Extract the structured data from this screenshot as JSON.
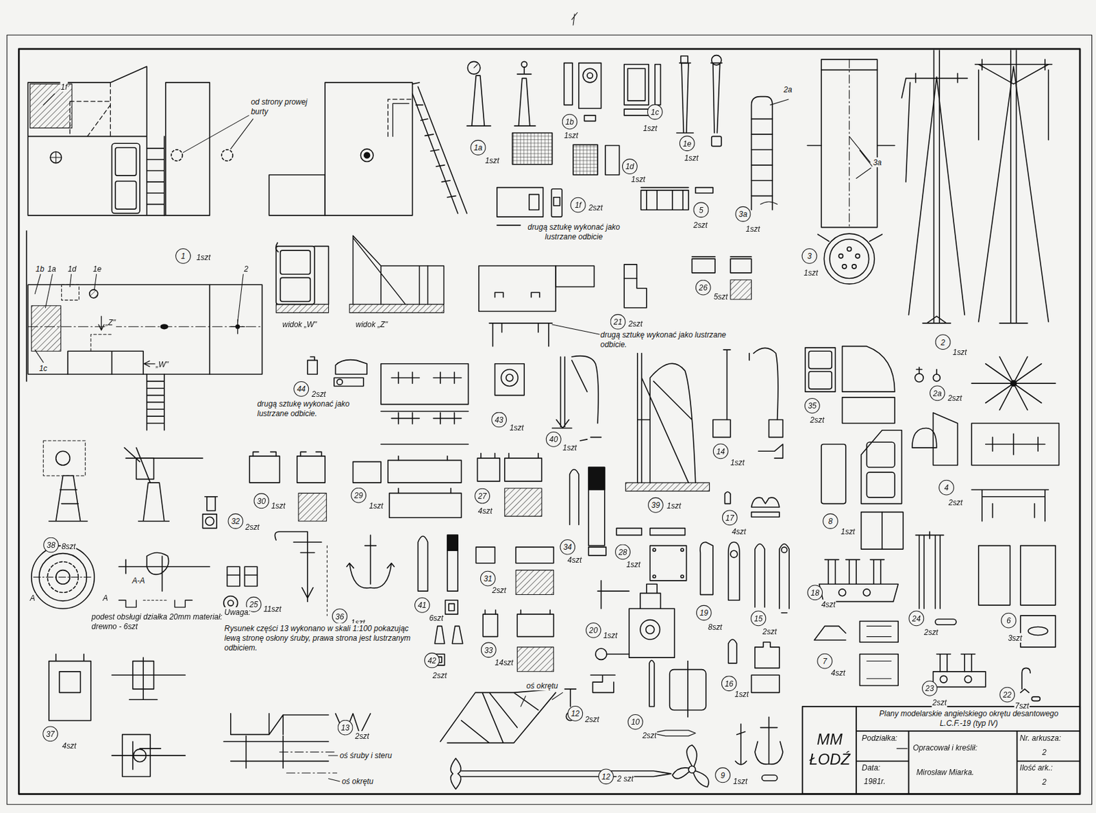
{
  "diagram": {
    "nodes": [
      {
        "text": [
          "1"
        ]
      },
      {
        "text": [
          "1a"
        ]
      },
      {
        "text": [
          "1b"
        ]
      },
      {
        "text": [
          "1c"
        ]
      },
      {
        "text": [
          "1d"
        ]
      },
      {
        "text": [
          "1e"
        ]
      },
      {
        "text": [
          "1f"
        ]
      },
      {
        "text": [
          "5"
        ]
      },
      {
        "text": [
          "3a"
        ]
      },
      {
        "text": [
          "3"
        ]
      },
      {
        "text": [
          "2"
        ]
      },
      {
        "text": [
          "26"
        ]
      },
      {
        "text": [
          "21"
        ]
      },
      {
        "text": [
          "44"
        ]
      },
      {
        "text": [
          "43"
        ]
      },
      {
        "text": [
          "40"
        ]
      },
      {
        "text": [
          "14"
        ]
      },
      {
        "text": [
          "35"
        ]
      },
      {
        "text": [
          "2a"
        ]
      },
      {
        "text": [
          "4"
        ]
      },
      {
        "text": [
          "39"
        ]
      },
      {
        "text": [
          "30"
        ]
      },
      {
        "text": [
          "29"
        ]
      },
      {
        "text": [
          "27"
        ]
      },
      {
        "text": [
          "8"
        ]
      },
      {
        "text": [
          "32"
        ]
      },
      {
        "text": [
          "17"
        ]
      },
      {
        "text": [
          "38"
        ]
      },
      {
        "text": [
          "34"
        ]
      },
      {
        "text": [
          "28"
        ]
      },
      {
        "text": [
          "31"
        ]
      },
      {
        "text": [
          "18"
        ]
      },
      {
        "text": [
          "25"
        ]
      },
      {
        "text": [
          "41"
        ]
      },
      {
        "text": [
          "36"
        ]
      },
      {
        "text": [
          "19"
        ]
      },
      {
        "text": [
          "15"
        ]
      },
      {
        "text": [
          "24"
        ]
      },
      {
        "text": [
          "6"
        ]
      },
      {
        "text": [
          "20"
        ]
      },
      {
        "text": [
          "33"
        ]
      },
      {
        "text": [
          "42"
        ]
      },
      {
        "text": [
          "7"
        ]
      },
      {
        "text": [
          "16"
        ]
      },
      {
        "text": [
          "23"
        ]
      },
      {
        "text": [
          "22"
        ]
      },
      {
        "text": [
          "12"
        ]
      },
      {
        "text": [
          "10"
        ]
      },
      {
        "text": [
          "13"
        ]
      },
      {
        "text": [
          "37"
        ]
      },
      {
        "text": [
          "12"
        ]
      },
      {
        "text": [
          "9"
        ]
      }
    ],
    "labels": [
      "1szt",
      "1szt",
      "1szt",
      "1szt",
      "1szt",
      "1szt",
      "2szt",
      "2szt",
      "1szt",
      "1szt",
      "1szt",
      "5szt",
      "2szt",
      "2szt",
      "1szt",
      "1szt",
      "1szt",
      "2szt",
      "2szt",
      "2szt",
      "1szt",
      "1szt",
      "1szt",
      "4szt",
      "1szt",
      "2szt",
      "4szt",
      "8szt",
      "4szt",
      "1szt",
      "2szt",
      "4szt",
      "11szt",
      "6szt",
      "1szt",
      "8szt",
      "2szt",
      "2szt",
      "3szt",
      "1szt",
      "14szt",
      "2szt",
      "4szt",
      "1szt",
      "2szt",
      "7szt",
      "2szt",
      "2szt",
      "2szt",
      "4szt",
      "2 szt",
      "1szt",
      "1f",
      "od strony prowej burty",
      "1b",
      "1a",
      "1d",
      "1e",
      "2",
      "1c",
      "„Z\"",
      "„W\"",
      "widok „W\"",
      "widok „Z\"",
      "drugą sztukę wykonać jako lustrzane odbicie",
      "drugą sztukę wykonać jako lustrzane odbicie.",
      "drugą sztukę wykonać jako lustrzane odbicie.",
      "2a",
      "3a",
      "A-A",
      "A",
      "A",
      "podest obsługi działka 20mm materiał: drewno - 6szt",
      "Uwaga:",
      "Rysunek części 13 wykonano w skali 1:100 pokazując lewą stronę osłony śruby, prawa strona jest lustrzanym odbiciem.",
      "oś śruby i steru",
      "oś okrętu",
      "oś okrętu",
      "MM ŁODŹ",
      "Plany modelarskie angielskiego okrętu desantowego L.C.F.-19 (typ IV)",
      "Podziałka:",
      "Opracował i kreślił:",
      "Mirosław Miarka.",
      "Data:",
      "1981r.",
      "Nr. arkusza:",
      "2",
      "Ilość ark.:",
      "2"
    ]
  }
}
